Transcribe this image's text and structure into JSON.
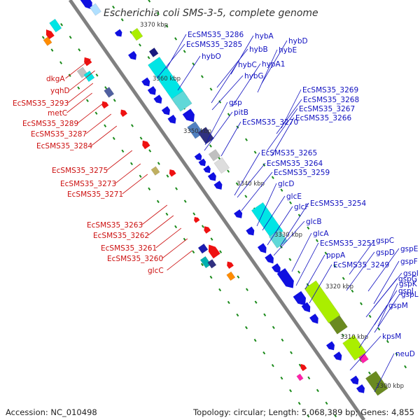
{
  "title": "Escherichia coli SMS-3-5, complete genome",
  "footer": {
    "accession": "Accession: NC_010498",
    "summary": "Topology: circular; Length: 5,068,389 bp; Genes: 4,855"
  },
  "colors": {
    "forward_gene": "#1010e0",
    "reverse_gene": "#ee1111",
    "backbone": "#808080",
    "tick_marker": "#1a8a1a",
    "label_forward": "#1010c0",
    "label_reverse": "#cc1010"
  },
  "ticks": [
    "3370 kbp",
    "3360 kbp",
    "3350 kbp",
    "3340 kbp",
    "3330 kbp",
    "3320 kbp",
    "3310 kbp",
    "3300 kbp"
  ],
  "right_labels": [
    "EcSMS35_3286",
    "hybA",
    "hybD",
    "EcSMS35_3285",
    "hybB",
    "hybE",
    "hybO",
    "hybC",
    "hypA1",
    "hybG",
    "EcSMS35_3269",
    "gsp",
    "EcSMS35_3268",
    "pitB",
    "EcSMS35_3267",
    "EcSMS35_3270",
    "EcSMS35_3266",
    "EcSMS35_3265",
    "EcSMS35_3264",
    "EcSMS35_3259",
    "glcD",
    "glcE",
    "glcF",
    "EcSMS35_3254",
    "glcB",
    "glcA",
    "EcSMS35_3251",
    "gspC",
    "gspD",
    "gspE",
    "pppA",
    "EcSMS35_3249",
    "gspF",
    "gspI",
    "gspG",
    "gspK",
    "gspJ",
    "gspL",
    "gspM",
    "kpsM",
    "neuD"
  ],
  "left_labels": [
    "dkgA",
    "yqhD",
    "EcSMS35_3293",
    "metC",
    "EcSMS35_3289",
    "EcSMS35_3287",
    "EcSMS35_3284",
    "EcSMS35_3275",
    "EcSMS35_3273",
    "EcSMS35_3271",
    "EcSMS35_3263",
    "EcSMS35_3262",
    "EcSMS35_3261",
    "EcSMS35_3260",
    "glcC"
  ]
}
